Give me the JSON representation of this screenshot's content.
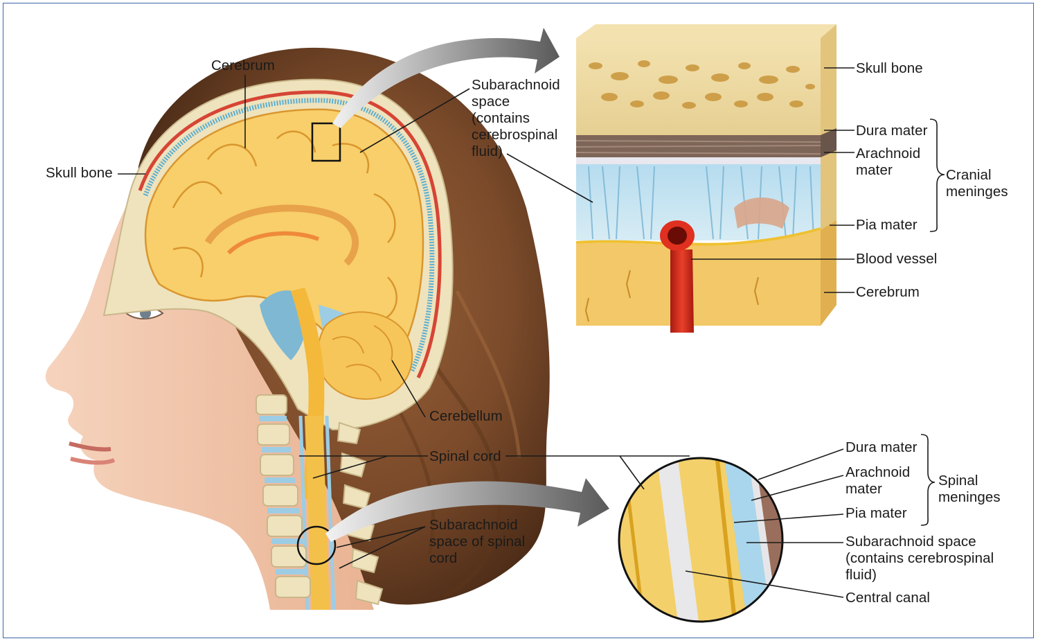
{
  "head": {
    "cerebrum": "Cerebrum",
    "skull_bone": "Skull bone",
    "subarachnoid_space": "Subarachnoid\nspace\n(contains\ncerebrospinal\nfluid)",
    "cerebellum": "Cerebellum",
    "spinal_cord": "Spinal cord",
    "subarachnoid_spinal": "Subarachnoid\nspace of spinal\ncord"
  },
  "cranial_block": {
    "skull_bone": "Skull bone",
    "dura_mater": "Dura mater",
    "arachnoid_mater": "Arachnoid\nmater",
    "pia_mater": "Pia mater",
    "blood_vessel": "Blood vessel",
    "cerebrum": "Cerebrum",
    "group_label": "Cranial\nmeninges"
  },
  "spinal_detail": {
    "dura_mater": "Dura mater",
    "arachnoid_mater": "Arachnoid\nmater",
    "pia_mater": "Pia mater",
    "subarachnoid_space": "Subarachnoid space\n(contains cerebrospinal\nfluid)",
    "central_canal": "Central canal",
    "group_label": "Spinal\nmeninges"
  },
  "colors": {
    "hair": "#7a4a2a",
    "skin": "#f3c9ad",
    "brain": "#f7c65a",
    "csf": "#a9d6ec",
    "dura": "#7d6558",
    "bone": "#eadcaa",
    "vessel": "#d42a1c",
    "frame": "#3a63a8"
  }
}
